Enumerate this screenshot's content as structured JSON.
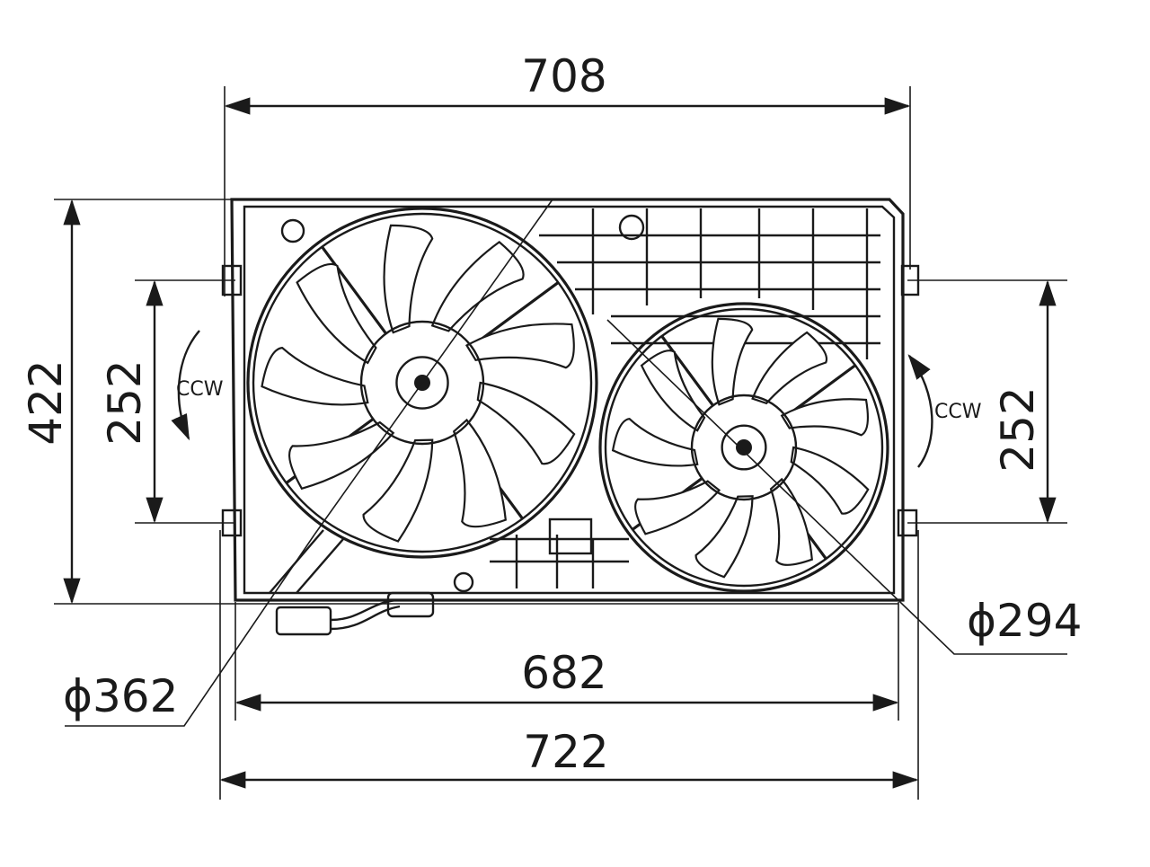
{
  "dimensions": {
    "top_width": "708",
    "inner_width": "682",
    "outer_width": "722",
    "total_height": "422",
    "left_mount_spacing": "252",
    "right_mount_spacing": "252"
  },
  "fans": {
    "large_diameter": "ϕ362",
    "small_diameter": "ϕ294",
    "large_rotation": "CCW",
    "small_rotation": "CCW",
    "large_blade_count": 9,
    "small_blade_count": 9
  }
}
